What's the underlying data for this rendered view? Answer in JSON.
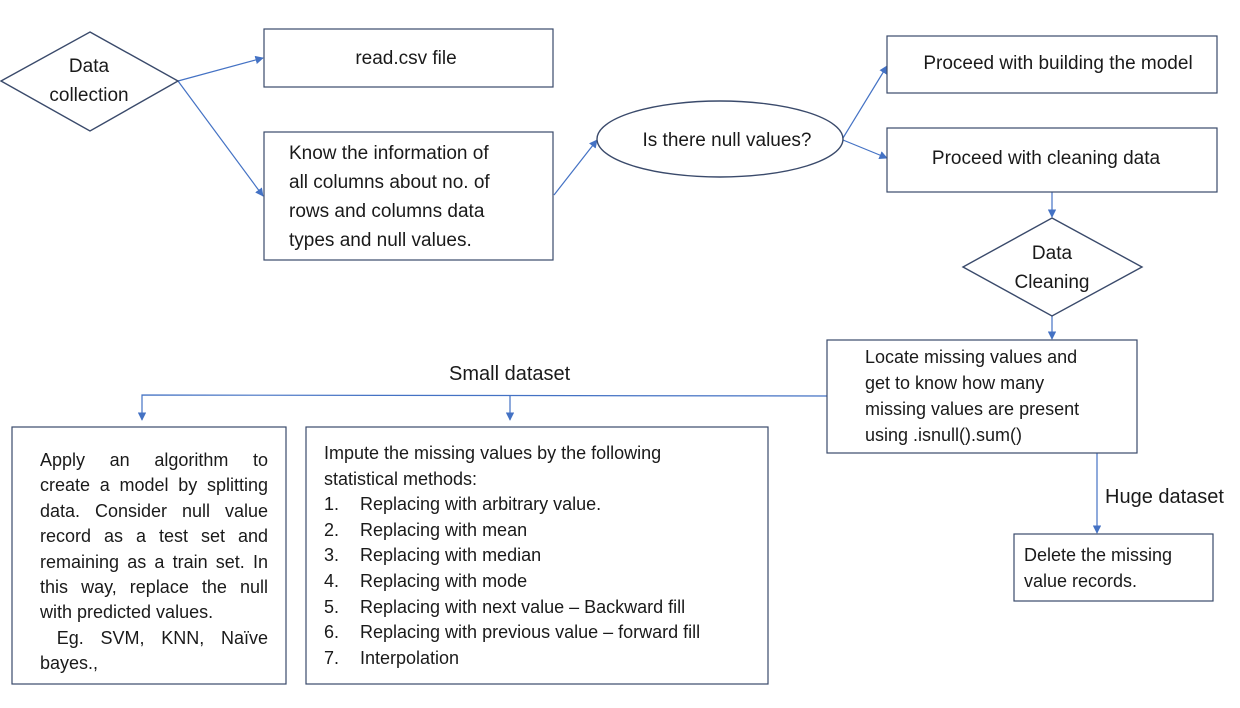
{
  "nodes": {
    "data_collection": [
      "Data",
      "collection"
    ],
    "read_csv": "read.csv file",
    "know_info": [
      "Know the information of",
      "all columns about no. of",
      "rows and columns data",
      "types and null values."
    ],
    "is_null": "Is there null values?",
    "proceed_model": "Proceed with building the model",
    "proceed_cleaning": "Proceed with cleaning data",
    "data_cleaning": [
      "Data",
      "Cleaning"
    ],
    "locate_missing": [
      "Locate missing values and",
      "get to know how many",
      "missing values are present",
      "using .isnull().sum()"
    ],
    "delete_missing": [
      "Delete the missing",
      "value records."
    ],
    "apply_algorithm": [
      "Apply an algorithm to",
      "create a model by splitting",
      "data. Consider null value",
      "record as a test set and",
      "remaining as a train set. In",
      "this way, replace the null",
      "with predicted values.",
      " Eg. SVM, KNN, Naïve",
      "bayes.,"
    ],
    "impute_intro": [
      "Impute the missing values by the following",
      "statistical methods:"
    ],
    "impute_methods": [
      {
        "num": "1.",
        "text": "Replacing with arbitrary value."
      },
      {
        "num": "2.",
        "text": "Replacing with mean"
      },
      {
        "num": "3.",
        "text": "Replacing with median"
      },
      {
        "num": "4.",
        "text": "Replacing with mode"
      },
      {
        "num": "5.",
        "text": "Replacing with next value – Backward fill"
      },
      {
        "num": "6.",
        "text": "Replacing with previous value – forward fill"
      },
      {
        "num": "7.",
        "text": "Interpolation"
      }
    ]
  },
  "labels": {
    "small_dataset": "Small dataset",
    "huge_dataset": "Huge dataset"
  },
  "colors": {
    "connector": "#4472c4",
    "shape_border": "#3a4a6b"
  }
}
